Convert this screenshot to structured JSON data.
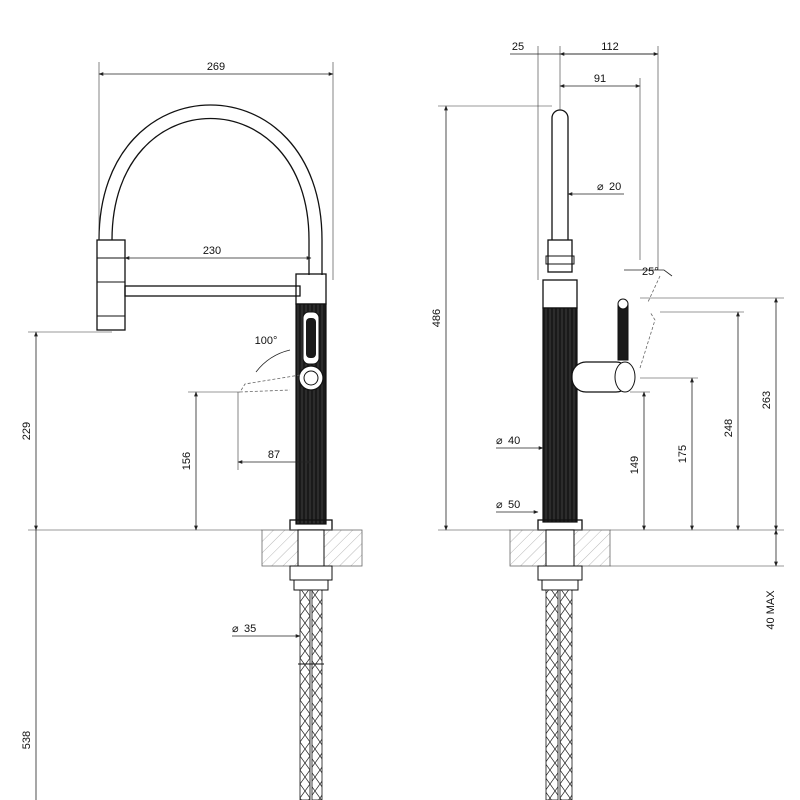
{
  "front_view": {
    "dims": {
      "total_width": "269",
      "spout_reach": "230",
      "spout_height": "229",
      "handle_height": "156",
      "handle_reach": "87",
      "handle_angle": "100°",
      "hose_diameter": "35",
      "hose_length": "538"
    }
  },
  "side_view": {
    "dims": {
      "top_offset": "25",
      "top_width": "112",
      "spout_offset": "91",
      "spout_diameter": "20",
      "handle_angle": "25°",
      "total_height": "486",
      "body_diameter": "40",
      "base_diameter": "50",
      "handle_height_1": "149",
      "handle_height_2": "175",
      "handle_height_3": "248",
      "handle_height_4": "263",
      "counter_thickness": "40 MAX"
    }
  },
  "colors": {
    "line": "#111111",
    "body_fill": "#1a1a1a",
    "background": "#ffffff"
  }
}
